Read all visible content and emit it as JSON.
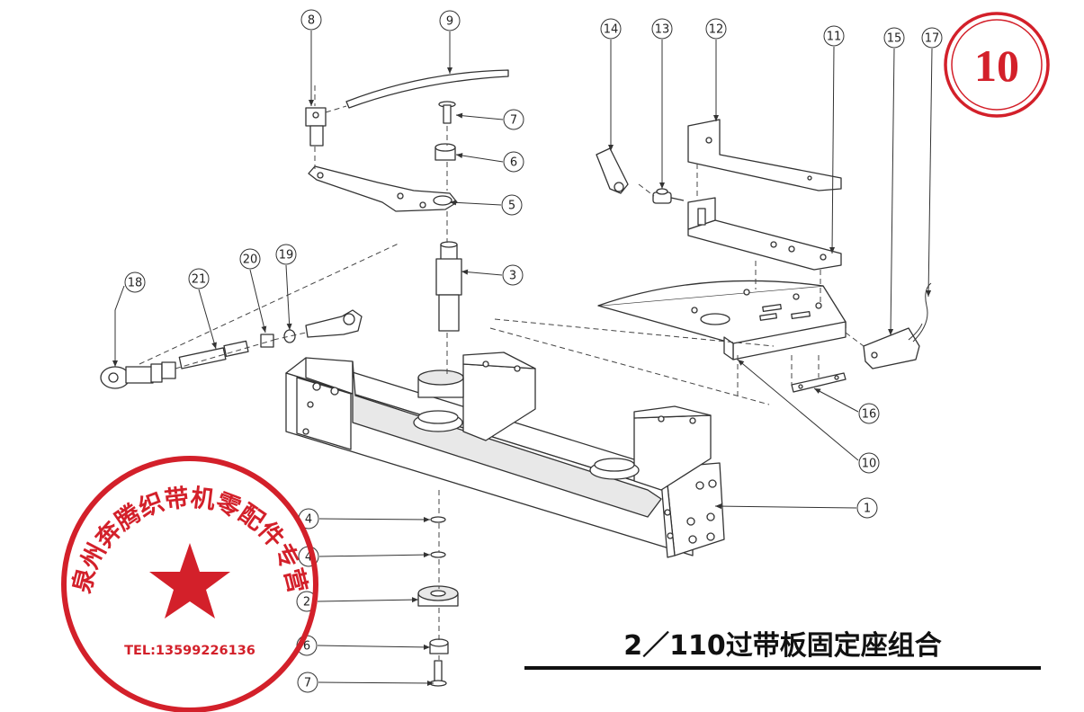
{
  "plate_number": "10",
  "title": "2／110过带板固定座组合",
  "stamp": {
    "company": "泉州奔腾织带机零配件专营",
    "tel": "TEL:13599226136",
    "star_color": "#d3202a"
  },
  "callouts": [
    {
      "id": "c8",
      "label": "8"
    },
    {
      "id": "c9",
      "label": "9"
    },
    {
      "id": "c7a",
      "label": "7"
    },
    {
      "id": "c6a",
      "label": "6"
    },
    {
      "id": "c5",
      "label": "5"
    },
    {
      "id": "c3",
      "label": "3"
    },
    {
      "id": "c18",
      "label": "18"
    },
    {
      "id": "c21",
      "label": "21"
    },
    {
      "id": "c20",
      "label": "20"
    },
    {
      "id": "c19",
      "label": "19"
    },
    {
      "id": "c14",
      "label": "14"
    },
    {
      "id": "c13",
      "label": "13"
    },
    {
      "id": "c12",
      "label": "12"
    },
    {
      "id": "c11",
      "label": "11"
    },
    {
      "id": "c15",
      "label": "15"
    },
    {
      "id": "c17",
      "label": "17"
    },
    {
      "id": "c16",
      "label": "16"
    },
    {
      "id": "c10",
      "label": "10"
    },
    {
      "id": "c1",
      "label": "1"
    },
    {
      "id": "c4a",
      "label": "4"
    },
    {
      "id": "c4b",
      "label": "4"
    },
    {
      "id": "c2",
      "label": "2"
    },
    {
      "id": "c6b",
      "label": "6"
    },
    {
      "id": "c7b",
      "label": "7"
    }
  ],
  "colors": {
    "accent": "#d3202a",
    "line": "#333333"
  }
}
